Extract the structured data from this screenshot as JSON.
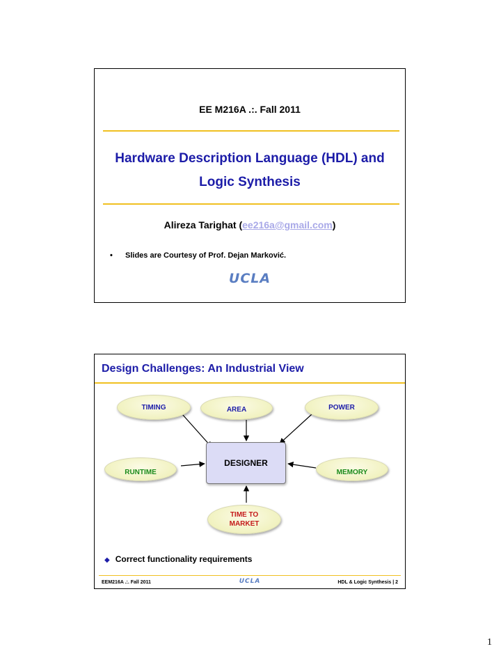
{
  "slide1": {
    "course": "EE M216A .:. Fall 2011",
    "title_line1": "Hardware Description Language (HDL) and",
    "title_line2": "Logic Synthesis",
    "author_name": "Alireza Tarighat (",
    "author_email": "ee216a@gmail.com",
    "author_close": ")",
    "bullet_marker": "•",
    "bullet": "Slides are Courtesy of Prof. Dejan Marković.",
    "logo": "UCLA"
  },
  "slide2": {
    "title": "Design Challenges: An Industrial View",
    "nodes": {
      "timing": "TIMING",
      "area": "AREA",
      "power": "POWER",
      "runtime": "RUNTIME",
      "memory": "MEMORY",
      "time_to_market_line1": "TIME TO",
      "time_to_market_line2": "MARKET",
      "designer": "DESIGNER"
    },
    "bullet_marker": "◆",
    "bullet": "Correct functionality requirements",
    "footer_left": "EEM216A .:. Fall 2011",
    "footer_logo": "UCLA",
    "footer_right": "HDL & Logic Synthesis | 2"
  },
  "colors": {
    "title_blue": "#1c1ca8",
    "accent_gold": "#f0c020",
    "link_lavender": "#a9a9e8",
    "runtime_green": "#1a8a1a",
    "market_red": "#c41a1a",
    "designer_fill": "#dcdcf6",
    "logo_blue": "#5a7ec2"
  },
  "page_number": "1"
}
